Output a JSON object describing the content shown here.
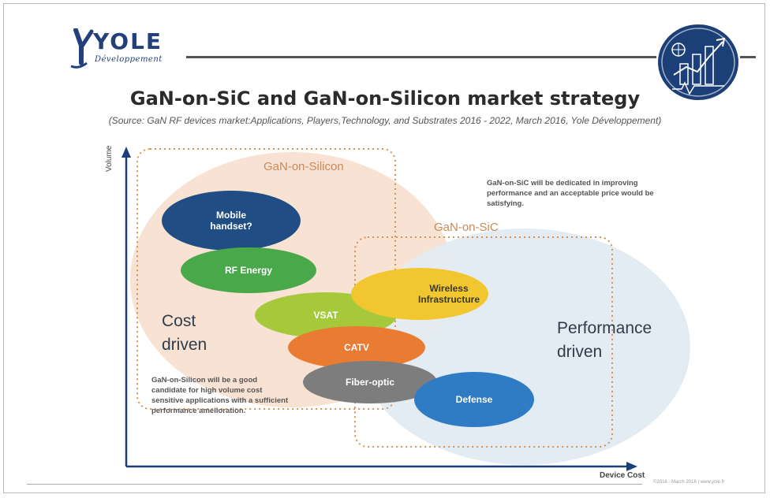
{
  "logo": {
    "name": "YOLE",
    "tagline": "Développement"
  },
  "title": "GaN-on-SiC and GaN-on-Silicon market strategy",
  "subtitle": "(Source: GaN RF devices market:Applications, Players,Technology, and Substrates 2016 - 2022, March 2016, Yole Développement)",
  "axes": {
    "y_label": "Volume",
    "x_label": "Device Cost"
  },
  "regions": {
    "silicon_label": "GaN-on-Silicon",
    "sic_label": "GaN-on-SiC"
  },
  "bubbles": {
    "mobile": "Mobile handset?",
    "rf_energy": "RF Energy",
    "vsat": "VSAT",
    "wireless": "Wireless Infrastructure",
    "catv": "CATV",
    "fiber": "Fiber-optic",
    "defense": "Defense"
  },
  "labels": {
    "cost_driven_1": "Cost",
    "cost_driven_2": "driven",
    "performance_driven_1": "Performance",
    "performance_driven_2": "driven"
  },
  "notes": {
    "sic_note": "GaN-on-SiC will be dedicated in improving performance and an acceptable price would be satisfying.",
    "silicon_note": "GaN-on-Silicon will be a good candidate for high volume cost sensitive applications with a sufficient performance amelioration."
  },
  "footer": "©2016 - March 2016 | www.yole.fr",
  "colors": {
    "mobile": "#1f4d84",
    "rf_energy": "#49a84a",
    "vsat": "#a5c93b",
    "wireless": "#f2c62e",
    "catv": "#ea7b33",
    "fiber": "#7d7d7d",
    "defense": "#2f7cc4",
    "silicon_zone": "#f8e2d3",
    "sic_zone": "#e3ebf2",
    "dash": "#d9904f"
  }
}
